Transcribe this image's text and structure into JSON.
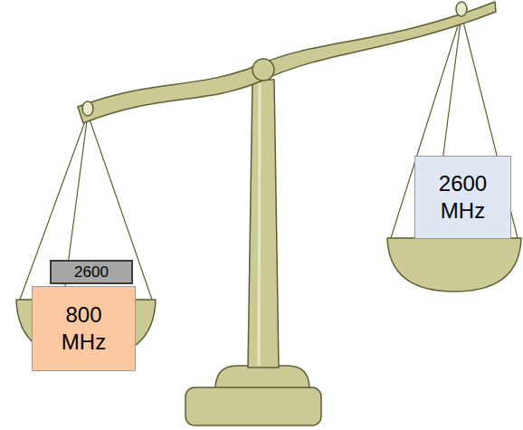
{
  "diagram": {
    "nodes": [
      {
        "text": [
          "2600"
        ]
      },
      {
        "text": [
          "800 MHz"
        ]
      },
      {
        "text": [
          "2600 MHz"
        ]
      }
    ]
  }
}
